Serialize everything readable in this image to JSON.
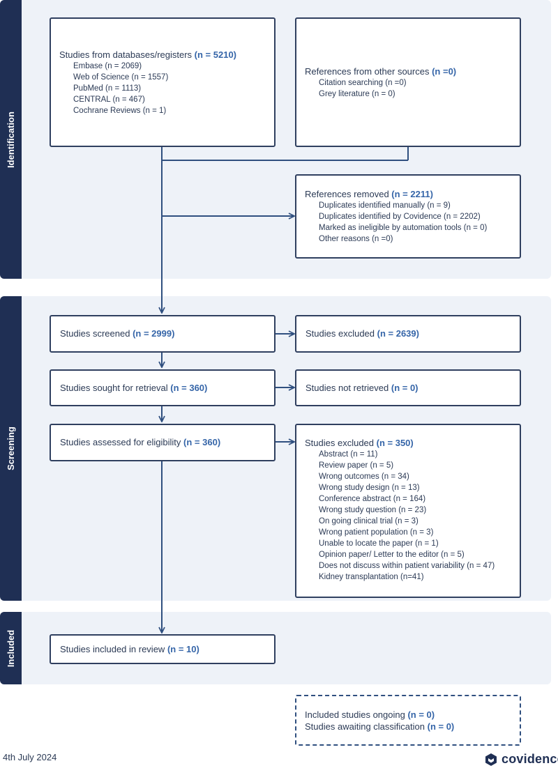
{
  "bands": {
    "identification": "Identification",
    "screening": "Screening",
    "included": "Included"
  },
  "databases": {
    "title": "Studies from databases/registers",
    "count": "(n = 5210)",
    "items": [
      "Embase (n = 2069)",
      "Web of Science (n = 1557)",
      "PubMed (n = 1113)",
      "CENTRAL (n = 467)",
      "Cochrane Reviews (n = 1)"
    ]
  },
  "other_sources": {
    "title": "References from other sources",
    "count": "(n =0)",
    "items": [
      "Citation searching (n =0)",
      "Grey literature (n = 0)"
    ]
  },
  "removed": {
    "title": "References removed",
    "count": "(n = 2211)",
    "items": [
      "Duplicates identified manually (n = 9)",
      "Duplicates identified by Covidence (n = 2202)",
      "Marked as ineligible by automation tools (n = 0)",
      "Other reasons (n =0)"
    ]
  },
  "screened": {
    "title": "Studies screened",
    "count": "(n = 2999)"
  },
  "excluded1": {
    "title": "Studies excluded",
    "count": "(n = 2639)"
  },
  "sought": {
    "title": "Studies sought for retrieval",
    "count": "(n = 360)"
  },
  "not_retrieved": {
    "title": "Studies not retrieved",
    "count": "(n = 0)"
  },
  "assessed": {
    "title": "Studies assessed for eligibility",
    "count": "(n = 360)"
  },
  "excluded2": {
    "title": "Studies excluded",
    "count": "(n = 350)",
    "items": [
      "Abstract (n = 11)",
      "Review paper (n = 5)",
      "Wrong outcomes (n = 34)",
      "Wrong study design (n = 13)",
      "Conference abstract (n = 164)",
      "Wrong study question (n = 23)",
      "On going clinical trial (n = 3)",
      "Wrong patient population (n = 3)",
      "Unable to locate the paper (n = 1)",
      "Opinion paper/ Letter to the editor (n = 5)",
      "Does not discuss within patient variability (n = 47)",
      "Kidney transplantation (n=41)"
    ]
  },
  "included": {
    "title": "Studies included in review",
    "count": "(n = 10)"
  },
  "ongoing": {
    "line1_title": "Included studies ongoing",
    "line1_count": "(n = 0)",
    "line2_title": "Studies awaiting classification",
    "line2_count": "(n = 0)"
  },
  "footer": {
    "date": "4th July 2024",
    "brand": "covidence"
  },
  "colors": {
    "band_bg": "#eef2f8",
    "label_bg": "#1f2f54",
    "accent": "#3565a8",
    "line": "#2f4f7f"
  }
}
